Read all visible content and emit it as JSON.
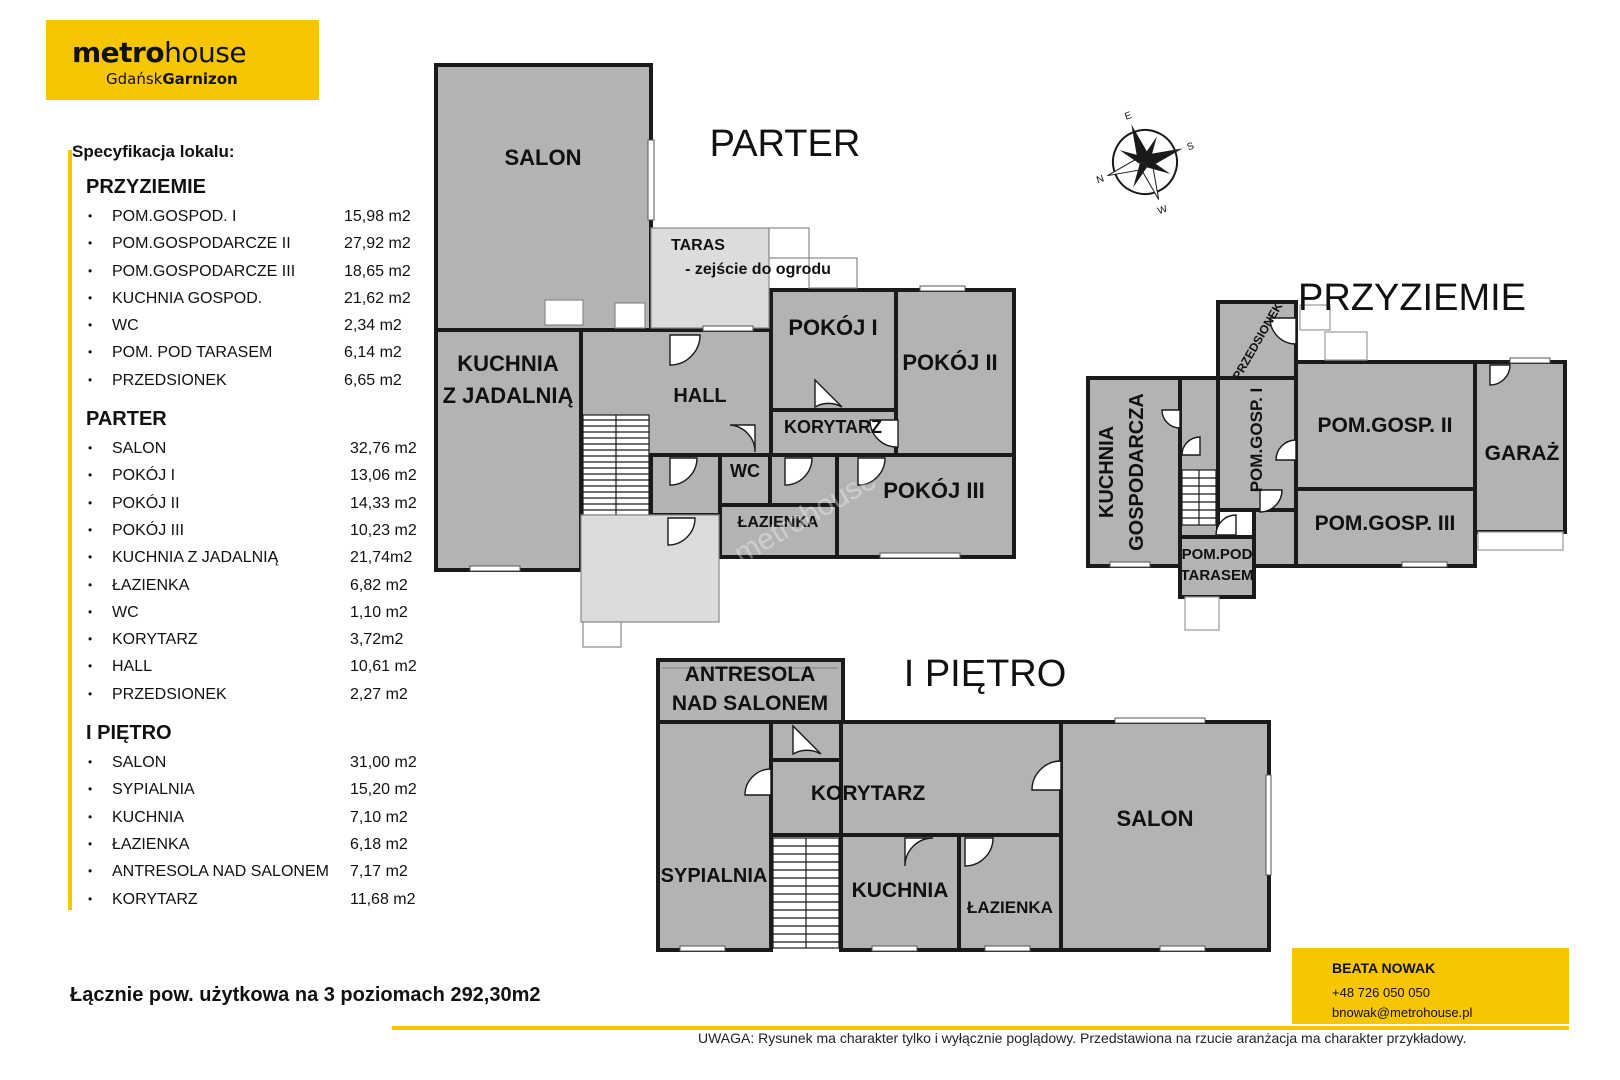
{
  "logo": {
    "brand_bold": "metro",
    "brand_light": "house",
    "city": "Gdańsk",
    "office": "Garnizon"
  },
  "spec": {
    "title": "Specyfikacja lokalu:",
    "sections": [
      {
        "name": "PRZYZIEMIE",
        "items": [
          {
            "name": "POM.GOSPOD. I",
            "area": "15,98 m2"
          },
          {
            "name": "POM.GOSPODARCZE II",
            "area": "27,92 m2"
          },
          {
            "name": "POM.GOSPODARCZE III",
            "area": "18,65 m2"
          },
          {
            "name": "KUCHNIA GOSPOD.",
            "area": "21,62 m2"
          },
          {
            "name": "WC",
            "area": "2,34 m2"
          },
          {
            "name": "POM. POD TARASEM",
            "area": "6,14 m2"
          },
          {
            "name": "PRZEDSIONEK",
            "area": "6,65 m2"
          }
        ]
      },
      {
        "name": "PARTER",
        "items": [
          {
            "name": "SALON",
            "area": "32,76 m2"
          },
          {
            "name": "POKÓJ I",
            "area": "13,06 m2"
          },
          {
            "name": "POKÓJ II",
            "area": "14,33 m2"
          },
          {
            "name": "POKÓJ III",
            "area": "10,23 m2"
          },
          {
            "name": "KUCHNIA Z JADALNIĄ",
            "area": "21,74m2"
          },
          {
            "name": "ŁAZIENKA",
            "area": "6,82 m2"
          },
          {
            "name": "WC",
            "area": "1,10 m2"
          },
          {
            "name": "KORYTARZ",
            "area": "3,72m2"
          },
          {
            "name": "HALL",
            "area": "10,61 m2"
          },
          {
            "name": "PRZEDSIONEK",
            "area": "2,27 m2"
          }
        ]
      },
      {
        "name": "I PIĘTRO",
        "items": [
          {
            "name": "SALON",
            "area": "31,00 m2"
          },
          {
            "name": "SYPIALNIA",
            "area": "15,20 m2"
          },
          {
            "name": "KUCHNIA",
            "area": "7,10 m2"
          },
          {
            "name": "ŁAZIENKA",
            "area": "6,18 m2"
          },
          {
            "name": "ANTRESOLA NAD SALONEM",
            "area": "7,17 m2"
          },
          {
            "name": "KORYTARZ",
            "area": "11,68 m2"
          }
        ]
      }
    ]
  },
  "total": "Łącznie pow. użytkowa na 3 poziomach 292,30m2",
  "levels": {
    "parter": "PARTER",
    "przyziemie": "PRZYZIEMIE",
    "pietro": "I PIĘTRO"
  },
  "rooms": {
    "parter_salon": "SALON",
    "parter_kuchnia_1": "KUCHNIA",
    "parter_kuchnia_2": "Z JADALNIĄ",
    "parter_hall": "HALL",
    "parter_pokoj1": "POKÓJ I",
    "parter_pokoj2": "POKÓJ II",
    "parter_pokoj3": "POKÓJ III",
    "parter_korytarz": "KORYTARZ",
    "parter_wc": "WC",
    "parter_lazienka": "ŁAZIENKA",
    "taras": "TARAS",
    "taras_sub": "- zejście do ogrodu",
    "prz_kuchnia_1": "KUCHNIA",
    "prz_kuchnia_2": "GOSPODARCZA",
    "prz_przedsionek": "PRZEDSIONEK",
    "prz_gosp1": "POM.GOSP. I",
    "prz_gosp2": "POM.GOSP. II",
    "prz_gosp3": "POM.GOSP. III",
    "prz_garaz": "GARAŻ",
    "prz_podtarasem_1": "POM.POD",
    "prz_podtarasem_2": "TARASEM",
    "pie_antresola_1": "ANTRESOLA",
    "pie_antresola_2": "NAD SALONEM",
    "pie_korytarz": "KORYTARZ",
    "pie_salon": "SALON",
    "pie_sypialnia": "SYPIALNIA",
    "pie_kuchnia": "KUCHNIA",
    "pie_lazienka": "ŁAZIENKA"
  },
  "compass": {
    "n": "N",
    "e": "E",
    "s": "S",
    "w": "W"
  },
  "watermark": "metrohouse",
  "contact": {
    "name": "BEATA NOWAK",
    "phone": "+48 726 050 050",
    "email": "bnowak@metrohouse.pl"
  },
  "note": "UWAGA: Rysunek ma charakter tylko i wyłącznie poglądowy. Przedstawiona na rzucie aranżacja ma charakter przykładowy.",
  "colors": {
    "accent": "#f7c600",
    "room": "#b3b3b3",
    "terrace": "#dcdcdc",
    "wall": "#1a1a1a"
  }
}
